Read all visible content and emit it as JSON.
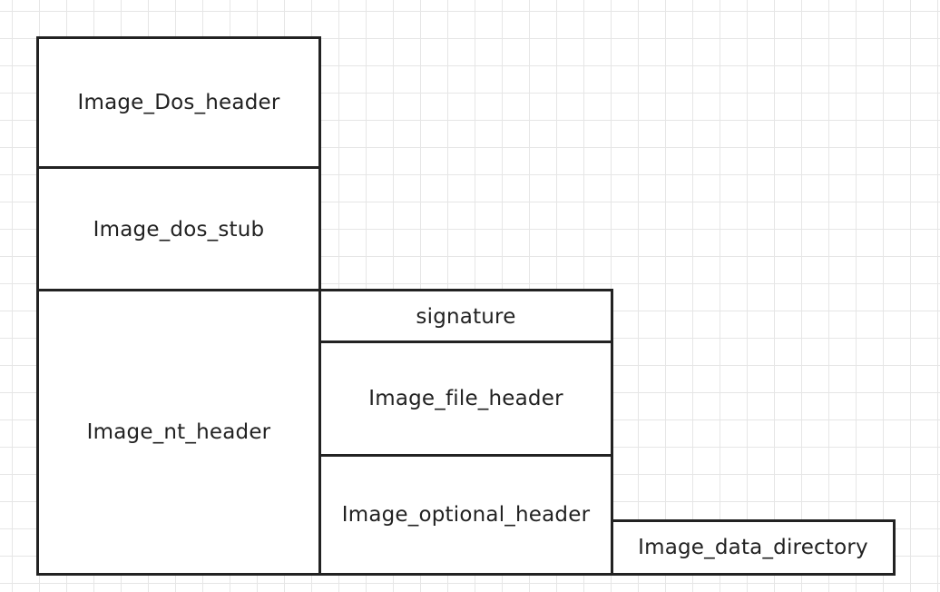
{
  "diagram": {
    "blocks": {
      "dos_header": "Image_Dos_header",
      "dos_stub": "Image_dos_stub",
      "nt_header": "Image_nt_header",
      "signature": "signature",
      "file_header": "Image_file_header",
      "optional_header": "Image_optional_header",
      "data_directory": "Image_data_directory"
    }
  },
  "colors": {
    "border": "#222222",
    "background": "#ffffff",
    "grid": "#e6e6e6"
  }
}
